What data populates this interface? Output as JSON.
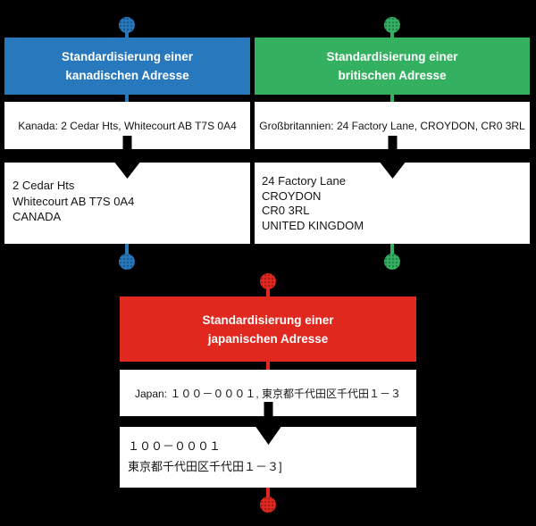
{
  "colors": {
    "canada_blue": "#2878BE",
    "uk_green": "#34B061",
    "japan_red": "#E0281E",
    "background": "#000000",
    "box_background": "#FFFFFF",
    "arrow_black": "#000000"
  },
  "columns": [
    {
      "id": "canada",
      "header_line1": "Standardisierung einer",
      "header_line2": "kanadischen Adresse",
      "input": "Kanada: 2 Cedar Hts, Whitecourt AB T7S 0A4",
      "output_lines": [
        "2 Cedar Hts",
        "Whitecourt AB T7S 0A4",
        "CANADA"
      ]
    },
    {
      "id": "uk",
      "header_line1": "Standardisierung einer",
      "header_line2": "britischen Adresse",
      "input": "Großbritannien: 24 Factory Lane, CROYDON, CR0 3RL",
      "output_lines": [
        "24 Factory Lane",
        "CROYDON",
        "CR0 3RL",
        "UNITED KINGDOM"
      ]
    },
    {
      "id": "japan",
      "header_line1": "Standardisierung einer",
      "header_line2": "japanischen Adresse",
      "input": "Japan: １００－０００１, 東京都千代田区千代田１－３",
      "output_lines": [
        "１００－０００１",
        "東京都千代田区千代田１－３]"
      ]
    }
  ]
}
